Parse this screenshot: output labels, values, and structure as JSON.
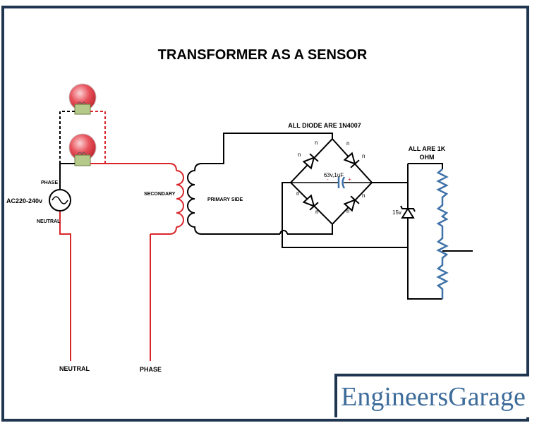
{
  "title": "TRANSFORMER AS A SENSOR",
  "labels": {
    "diode_note": "ALL DIODE ARE 1N4007",
    "resistor_note_line1": "ALL ARE 1K",
    "resistor_note_line2": "OHM",
    "phase_top": "PHASE",
    "source": "AC220-240v",
    "neutral_top": "NEUTRAL",
    "secondary": "SECONDARY",
    "primary": "PRIMARY SIDE",
    "capacitor": "63v,1uF",
    "cap_minus": "-",
    "cap_plus": "+",
    "zener": "15v",
    "neutral_bottom": "NEUTRAL",
    "phase_bottom": "PHASE",
    "diode_mark": "n"
  },
  "logo": {
    "part1": "Engineers",
    "part2": "Garage"
  },
  "colors": {
    "frame": "#1f3550",
    "red_wire": "#d9262b",
    "wire": "#000000",
    "resistor": "#3f72a8",
    "capacitor": "#3f72a8",
    "bulb": "#e8505a",
    "lamp_base": "#b5c98a",
    "logo": "#3d6c9a"
  }
}
